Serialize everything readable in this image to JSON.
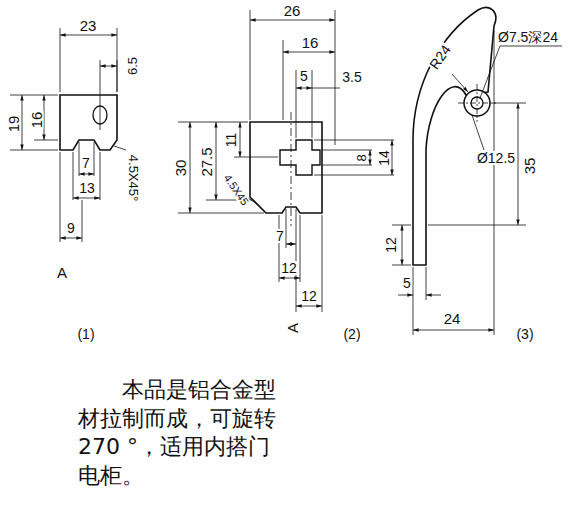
{
  "diagram": {
    "caption": "本品是铝合金型 材拉制而成，可旋转 270 °，适用内搭门 电柜。",
    "labels": [
      "23",
      "6.5",
      "16",
      "19",
      "4.5X45°",
      "7",
      "13",
      "9",
      "A",
      "(1)",
      "26",
      "16",
      "5",
      "3.5",
      "11",
      "30",
      "27.5",
      "8",
      "14",
      "4.5X45",
      "7",
      "12",
      "12",
      "A",
      "(2)",
      "R24",
      "Ø7.5深24",
      "Ø12.5",
      "35",
      "12",
      "5",
      "24",
      "(3)"
    ]
  }
}
